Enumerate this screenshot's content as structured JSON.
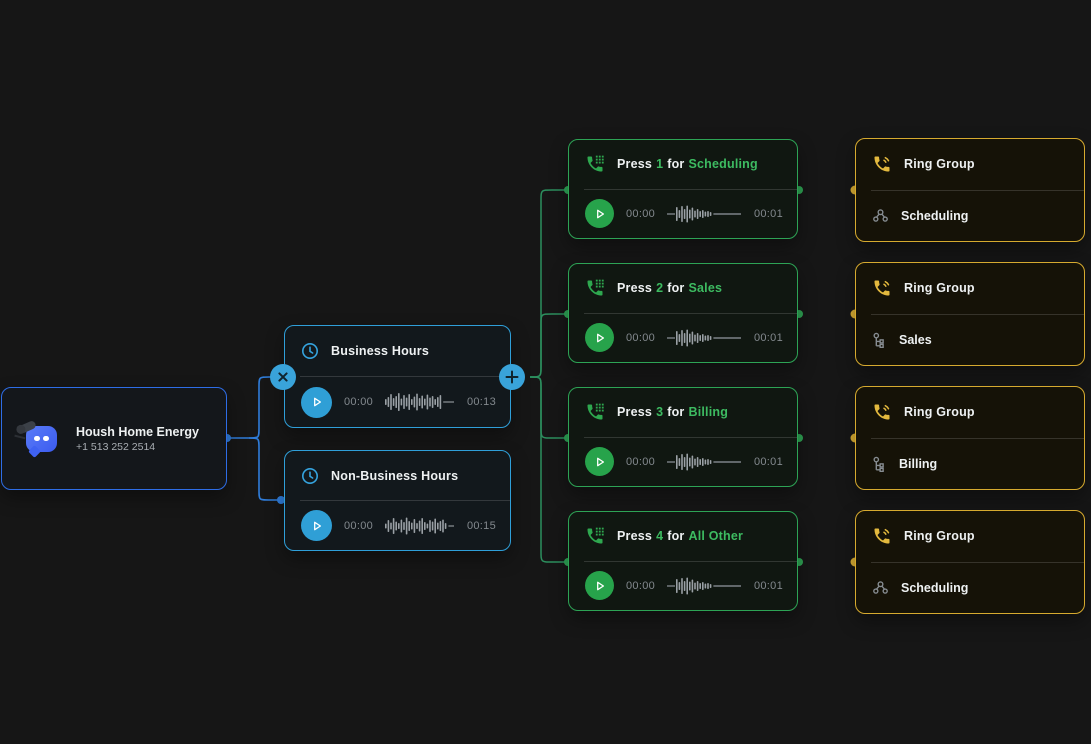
{
  "root_node": {
    "title": "Housh Home Energy",
    "phone": "+1 513 252 2514"
  },
  "hours_nodes": [
    {
      "title": "Business Hours",
      "icon": "clock-icon",
      "player": {
        "elapsed": "00:00",
        "duration": "00:13"
      }
    },
    {
      "title": "Non-Business Hours",
      "icon": "clock-icon",
      "player": {
        "elapsed": "00:00",
        "duration": "00:15"
      }
    }
  ],
  "menu_nodes": [
    {
      "press": "Press",
      "key": "1",
      "for": "for",
      "target": "Scheduling",
      "player": {
        "elapsed": "00:00",
        "duration": "00:01"
      }
    },
    {
      "press": "Press",
      "key": "2",
      "for": "for",
      "target": "Sales",
      "player": {
        "elapsed": "00:00",
        "duration": "00:01"
      }
    },
    {
      "press": "Press",
      "key": "3",
      "for": "for",
      "target": "Billing",
      "player": {
        "elapsed": "00:00",
        "duration": "00:01"
      }
    },
    {
      "press": "Press",
      "key": "4",
      "for": "for",
      "target": "All Other",
      "player": {
        "elapsed": "00:00",
        "duration": "00:01"
      }
    }
  ],
  "ring_nodes": [
    {
      "title": "Ring Group",
      "label": "Scheduling",
      "member_icon": "ring-members-icon"
    },
    {
      "title": "Ring Group",
      "label": "Sales",
      "member_icon": "tree-icon"
    },
    {
      "title": "Ring Group",
      "label": "Billing",
      "member_icon": "tree-icon"
    },
    {
      "title": "Ring Group",
      "label": "Scheduling",
      "member_icon": "ring-members-icon"
    }
  ],
  "colors": {
    "background": "#161616",
    "blue_accent": "#2f9fd9",
    "root_blue": "#2e6de6",
    "green_accent": "#2da355",
    "green_text": "#3dbb61",
    "yellow_accent": "#d9ad33",
    "wire_blue": "#2f7cd9",
    "wire_green": "#2c8f5e"
  }
}
